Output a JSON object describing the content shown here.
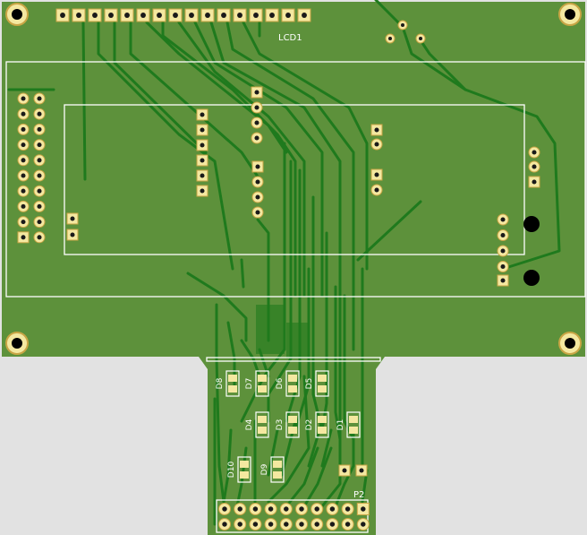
{
  "background": "#e2e2e2",
  "colors": {
    "board": "#5d913b",
    "trace": "#1f7a1d",
    "trace_edge": "#176a16",
    "pad": "#f4e8a0",
    "pad_ring": "#c9a545",
    "pad_hole": "#1a1a1a",
    "silk": "#ffffff",
    "mount_hole": "#000000",
    "tooling_hole": "#f4e8a0"
  },
  "board": {
    "designators": {
      "lcd": "LCD1",
      "connector": "P2"
    },
    "leds": [
      {
        "ref": "D8"
      },
      {
        "ref": "D7"
      },
      {
        "ref": "D6"
      },
      {
        "ref": "D5"
      },
      {
        "ref": "D4"
      },
      {
        "ref": "D3"
      },
      {
        "ref": "D2"
      },
      {
        "ref": "D1"
      },
      {
        "ref": "D10"
      },
      {
        "ref": "D9"
      }
    ],
    "lcd_header_pin_count": 16,
    "connector_pin_count": 20
  }
}
